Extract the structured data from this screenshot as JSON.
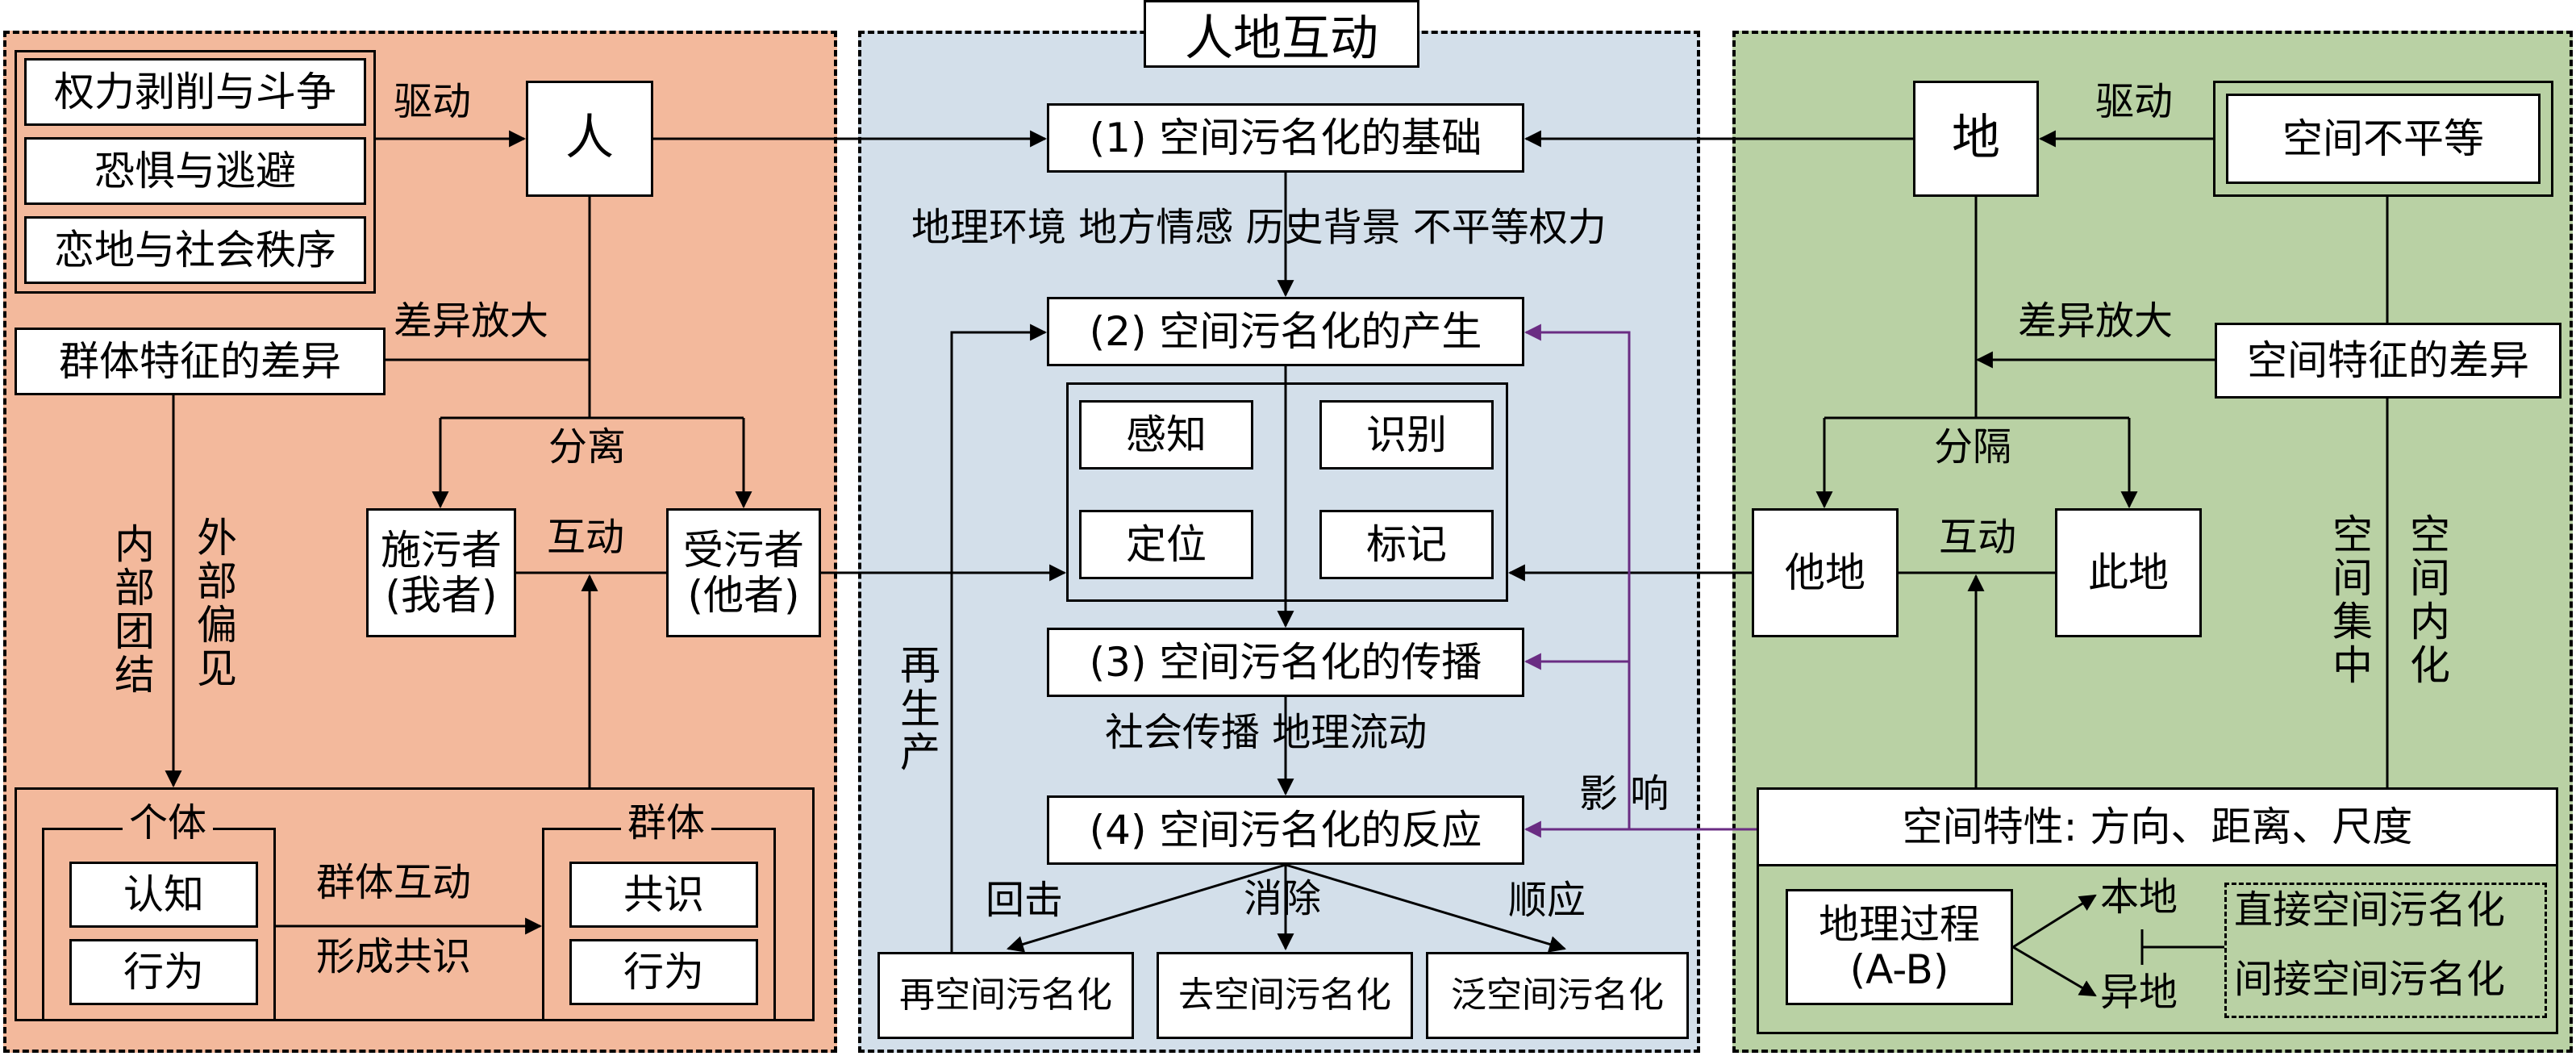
{
  "title": "人地互动",
  "left": {
    "motives": [
      "权力剥削与斗争",
      "恐惧与逃避",
      "恋地与社会秩序"
    ],
    "drive": "驱动",
    "person": "人",
    "group_diff": "群体特征的差异",
    "amplify": "差异放大",
    "separate": "分离",
    "polluter": "施污者\n(我者)",
    "interact": "互动",
    "polluted": "受污者\n(他者)",
    "internal": "内部团结",
    "external": "外部偏见",
    "individual": "个体",
    "ind_items": [
      "认知",
      "行为"
    ],
    "group_interact": "群体互动",
    "consensus_form": "形成共识",
    "group": "群体",
    "grp_items": [
      "共识",
      "行为"
    ]
  },
  "middle": {
    "step1": "(1) 空间污名化的基础",
    "factors": "地理环境 地方情感 历史背景 不平等权力",
    "step2": "(2) 空间污名化的产生",
    "process": [
      "感知",
      "识别",
      "定位",
      "标记"
    ],
    "step3": "(3) 空间污名化的传播",
    "spread": "社会传播 地理流动",
    "step4": "(4) 空间污名化的反应",
    "reproduce": "再生产",
    "influence": "影 响",
    "responses": [
      "回击",
      "消除",
      "顺应"
    ],
    "outcomes": [
      "再空间污名化",
      "去空间污名化",
      "泛空间污名化"
    ]
  },
  "right": {
    "place": "地",
    "drive": "驱动",
    "inequality": "空间不平等",
    "amplify": "差异放大",
    "space_diff": "空间特征的差异",
    "separate": "分隔",
    "other_place": "他地",
    "interact": "互动",
    "this_place": "此地",
    "concentrate": "空间集中",
    "internalize": "空间内化",
    "traits": "空间特性: 方向、距离、尺度",
    "geo_process": "地理过程\n(A-B)",
    "local": "本地",
    "remote": "异地",
    "direct": "直接空间污名化",
    "indirect": "间接空间污名化"
  },
  "colors": {
    "left_panel": "#f3b99c",
    "middle_panel": "#d3dfea",
    "right_panel": "#b9d1a4",
    "influence_arrow": "#6a2c83"
  }
}
